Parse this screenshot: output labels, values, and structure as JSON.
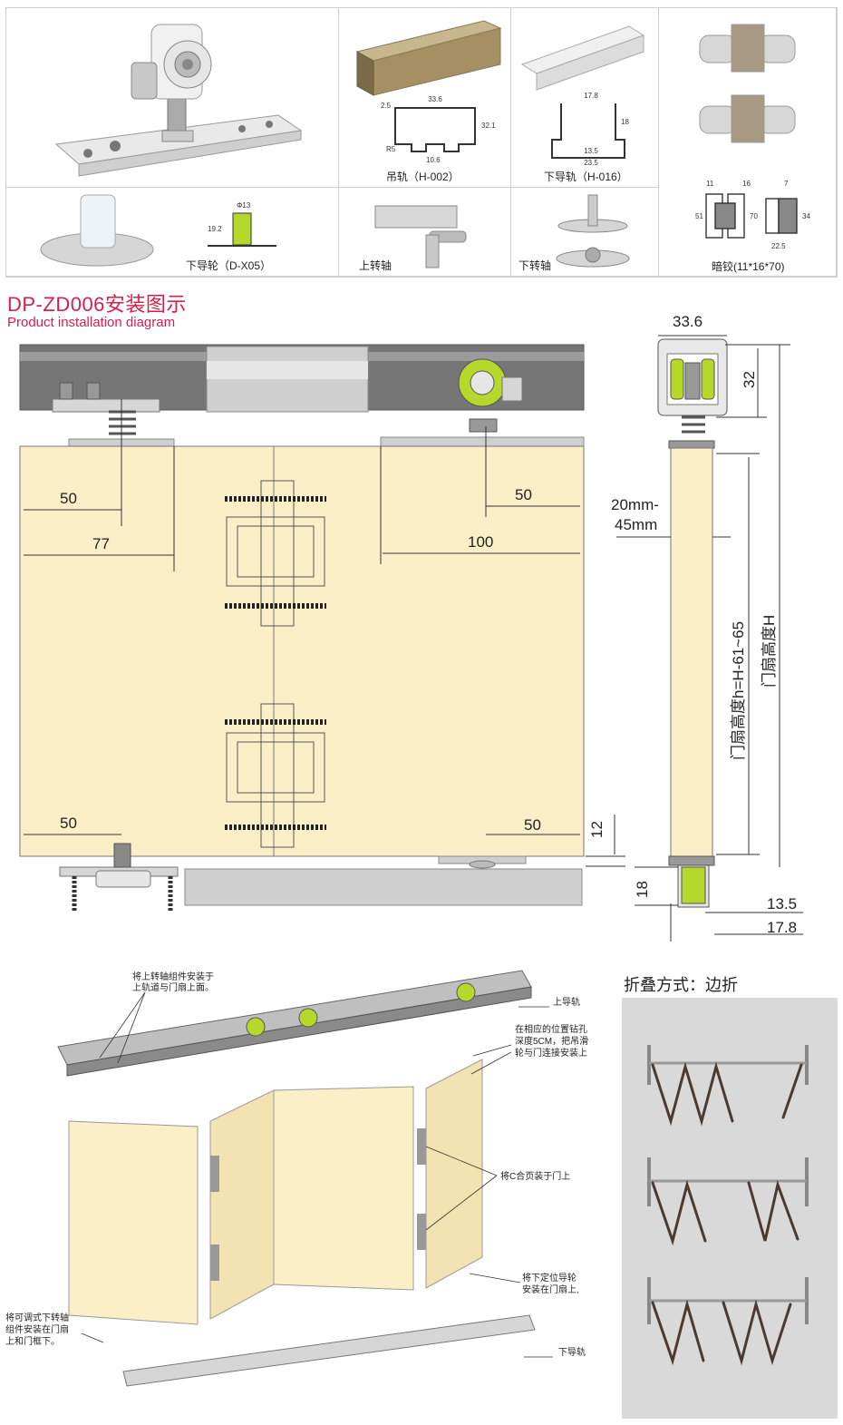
{
  "products": {
    "hanger_rail": {
      "caption": "吊轨（H-002）",
      "dims": [
        "33.6",
        "2.5",
        "32.1",
        "10.6",
        "R5"
      ]
    },
    "bottom_rail": {
      "caption": "下导轨（H-016）",
      "dims": [
        "17.8",
        "18",
        "13.5",
        "23.5"
      ]
    },
    "guide_wheel": {
      "caption": "下导轮（D-X05）",
      "dims": [
        "Φ13",
        "19.2"
      ]
    },
    "top_pivot": {
      "caption": "上转轴"
    },
    "bottom_pivot": {
      "caption": "下转轴"
    },
    "hidden_hinge": {
      "caption": "暗铰(11*16*70)",
      "dims": [
        "11",
        "16",
        "7",
        "51",
        "70",
        "34",
        "22.5"
      ]
    }
  },
  "section": {
    "title": "DP-ZD006安装图示",
    "subtitle": "Product installation diagram"
  },
  "front_view": {
    "dims": {
      "d50_top_left": "50",
      "d77": "77",
      "d50_top_right": "50",
      "d100": "100",
      "d50_bottom_left": "50",
      "d50_bottom_right": "50",
      "d12": "12"
    }
  },
  "side_view": {
    "dims": {
      "width": "33.6",
      "rail_height": "32",
      "thickness_1": "20mm-",
      "thickness_2": "45mm",
      "door_height_h": "门扇高度h=H-61~65",
      "door_height_H": "门扇高度H",
      "d18": "18",
      "d13_5": "13.5",
      "d17_8": "17.8"
    }
  },
  "assembly": {
    "notes": {
      "top_pivot_1": "将上转轴组件安装于",
      "top_pivot_2": "上轨道与门扇上面。",
      "top_rail": "上导轨",
      "drill_1": "在相应的位置钻孔",
      "drill_2": "深度5CM，把吊滑",
      "drill_3": "轮与门连接安装上",
      "hinge": "将C合页装于门上",
      "guide_1": "将下定位导轮",
      "guide_2": "安装在门扇上,",
      "bottom_pivot_1": "将可调式下转轴",
      "bottom_pivot_2": "组件安装在门扇",
      "bottom_pivot_3": "上和门框下。",
      "bottom_rail": "下导轨"
    }
  },
  "folding": {
    "title": "折叠方式：边折"
  },
  "colors": {
    "accent": "#d6204c",
    "door": "#fbefc8",
    "wheel": "#b6d82a",
    "rail": "#8a8a8a"
  }
}
